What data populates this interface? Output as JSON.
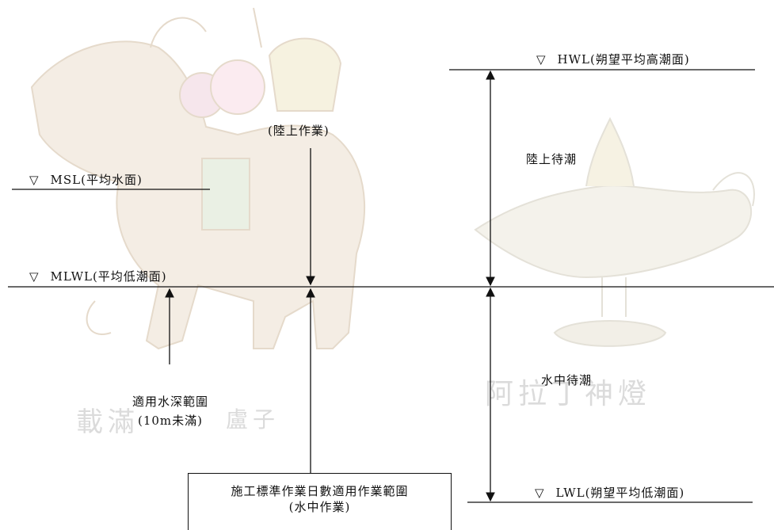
{
  "watermarks": {
    "left": "載滿",
    "left_tail": "盧子",
    "right": "阿拉丁神燈"
  },
  "levels": {
    "triangle": "▽",
    "hwl": "HWL(朔望平均高潮面)",
    "msl": "MSL(平均水面)",
    "mlwl": "MLWL(平均低潮面)",
    "lwl": "LWL(朔望平均低潮面)"
  },
  "labels": {
    "land_work": "(陸上作業)",
    "land_wait": "陸上待潮",
    "water_wait": "水中待潮",
    "depth_range_line1": "適用水深範圍",
    "depth_range_line2": "(10m未滿)"
  },
  "box": {
    "line1": "施工標準作業日數適用作業範圍",
    "line2": "(水中作業)"
  }
}
